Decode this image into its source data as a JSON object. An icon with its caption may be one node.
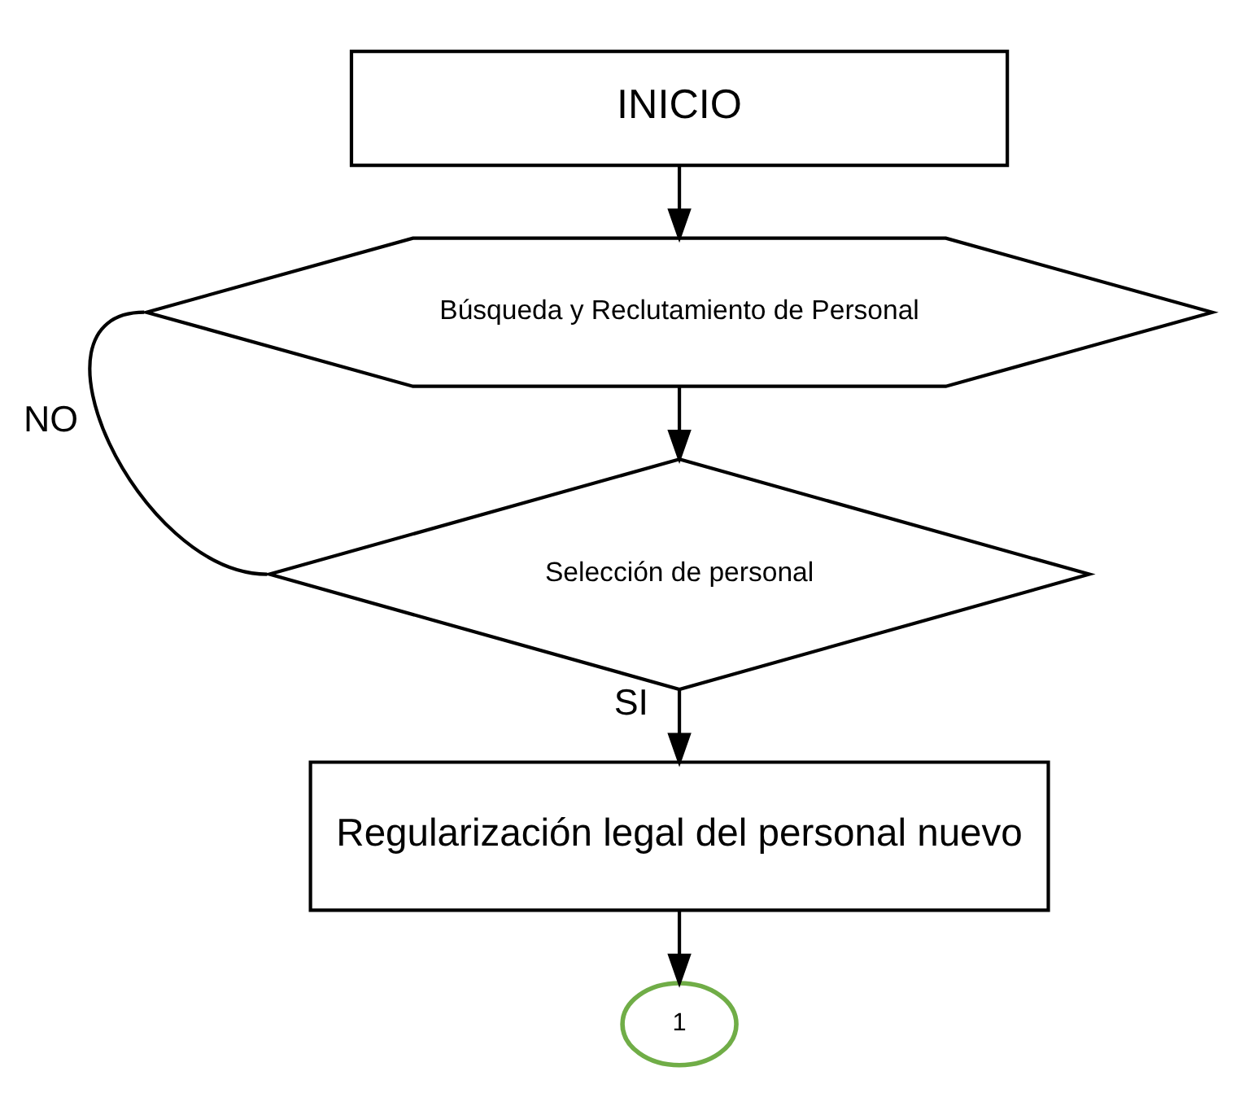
{
  "diagram": {
    "nodes": [
      {
        "text": [
          "INICIO"
        ]
      },
      {
        "text": [
          "Búsqueda y Reclutamiento de Personal"
        ]
      },
      {
        "text": [
          "Selección de personal"
        ]
      },
      {
        "text": [
          "Regularización legal del personal nuevo"
        ]
      },
      {
        "text": [
          "1"
        ]
      }
    ],
    "edges": [
      {
        "from": 0,
        "to": 1,
        "arrow": "to"
      },
      {
        "from": 1,
        "to": 2,
        "arrow": "to"
      },
      {
        "from": 2,
        "to": 1,
        "arrow": "none",
        "label": "NO"
      },
      {
        "from": 2,
        "to": 3,
        "arrow": "to",
        "label": "SI"
      },
      {
        "from": 3,
        "to": 4,
        "arrow": "to"
      }
    ]
  }
}
